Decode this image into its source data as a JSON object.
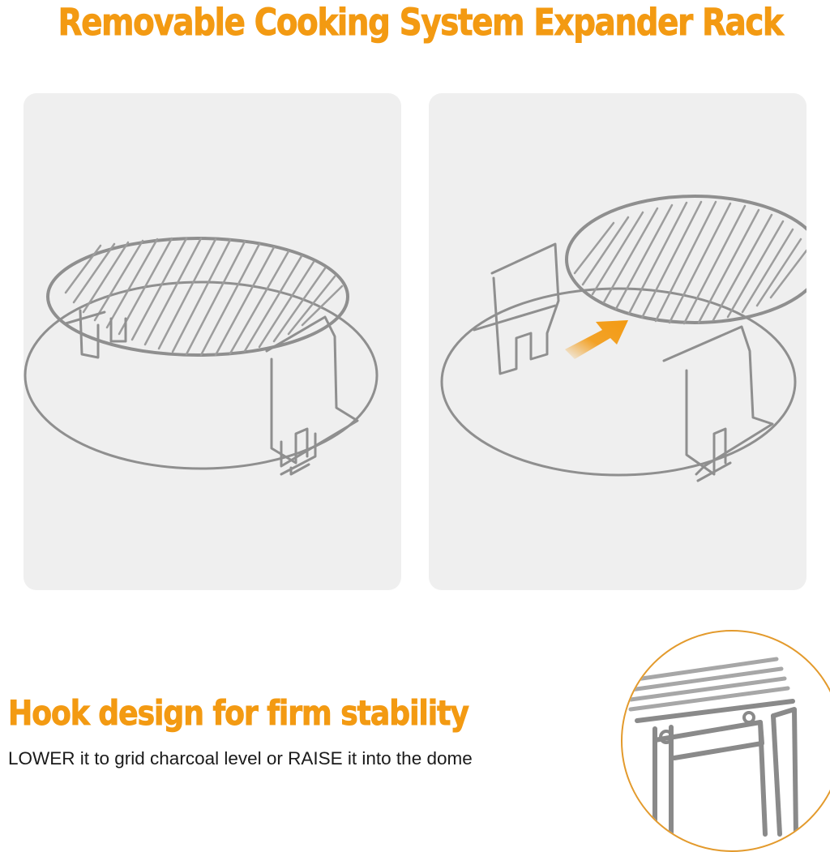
{
  "header": {
    "title": "Removable Cooking System Expander Rack"
  },
  "feature": {
    "heading": "Hook design for firm stability",
    "description": "LOWER it to grid charcoal level or RAISE it into the dome"
  },
  "colors": {
    "accent": "#f39a12",
    "text": "#1a1a1a",
    "panel": "#efefef",
    "steel": "#9a9a9a"
  },
  "icons": {
    "arrow": "raise-arrow-icon"
  }
}
